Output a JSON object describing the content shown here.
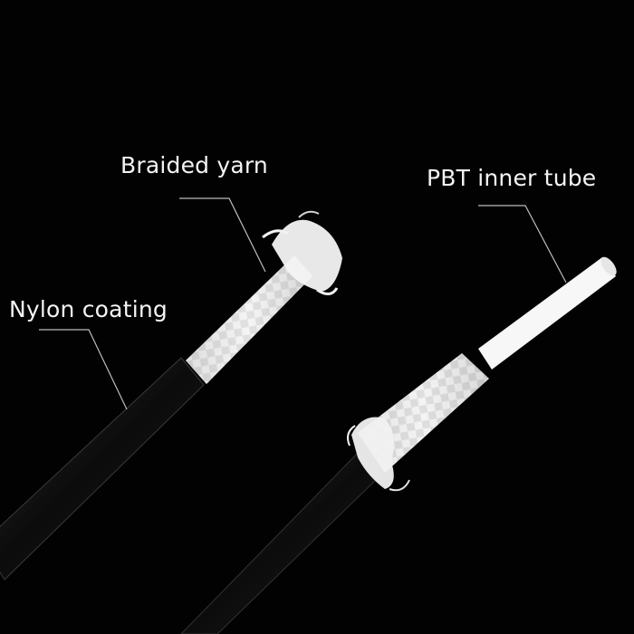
{
  "image": {
    "subject": "Cross-section of a cable showing layered construction",
    "background_color": "#020202"
  },
  "labels": {
    "braided_yarn": "Braided yarn",
    "pbt_inner_tube": "PBT inner tube",
    "nylon_coating": "Nylon coating"
  },
  "colors": {
    "label_text": "#f4f4f4",
    "leader_line": "#bdbdbd",
    "nylon_coating": "#111111",
    "braided_yarn": "#e8e8e8",
    "pbt_tube": "#fafafa"
  }
}
